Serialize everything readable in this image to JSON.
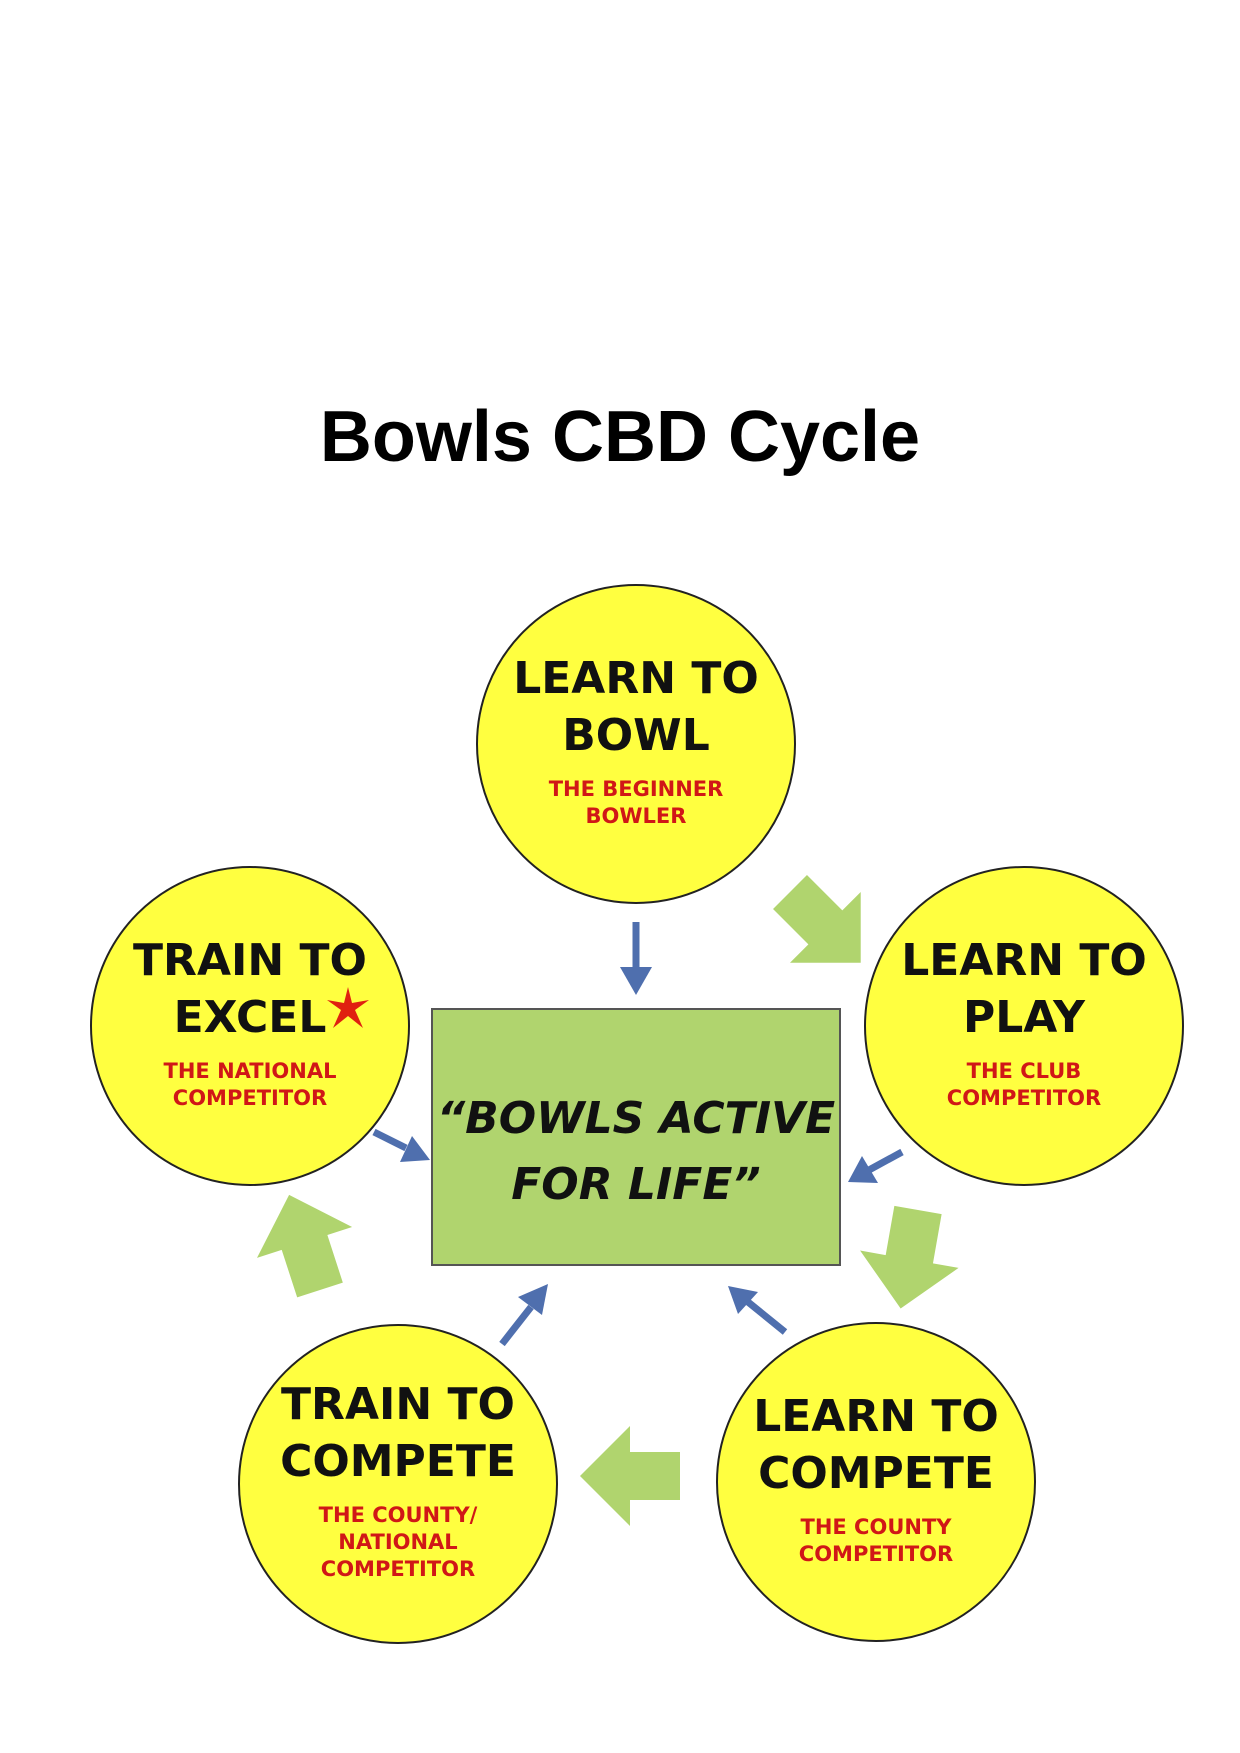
{
  "title": "Bowls CBD Cycle",
  "center": {
    "line1": "“BOWLS ACTIVE",
    "line2": "FOR LIFE”"
  },
  "stages": [
    {
      "title1": "LEARN TO",
      "title2": "BOWL",
      "sub": [
        "THE BEGINNER",
        "BOWLER"
      ]
    },
    {
      "title1": "LEARN TO",
      "title2": "PLAY",
      "sub": [
        "THE CLUB",
        "COMPETITOR"
      ]
    },
    {
      "title1": "LEARN TO",
      "title2": "COMPETE",
      "sub": [
        "THE COUNTY",
        "COMPETITOR"
      ]
    },
    {
      "title1": "TRAIN TO",
      "title2": "COMPETE",
      "sub": [
        "THE COUNTY/",
        "NATIONAL",
        "COMPETITOR"
      ]
    },
    {
      "title1": "TRAIN TO",
      "title2": "EXCEL",
      "sub": [
        "THE NATIONAL",
        "COMPETITOR"
      ]
    }
  ],
  "colors": {
    "circle_fill": "#ffff40",
    "center_fill": "#b0d46e",
    "cycle_arrow": "#b0d46e",
    "inward_arrow": "#4f6fae",
    "subtitle_text": "#d01717",
    "star": "#e02010"
  },
  "icons": {
    "star": "star-icon",
    "cycle_arrow": "block-arrow-icon",
    "inward_arrow": "arrow-icon"
  }
}
